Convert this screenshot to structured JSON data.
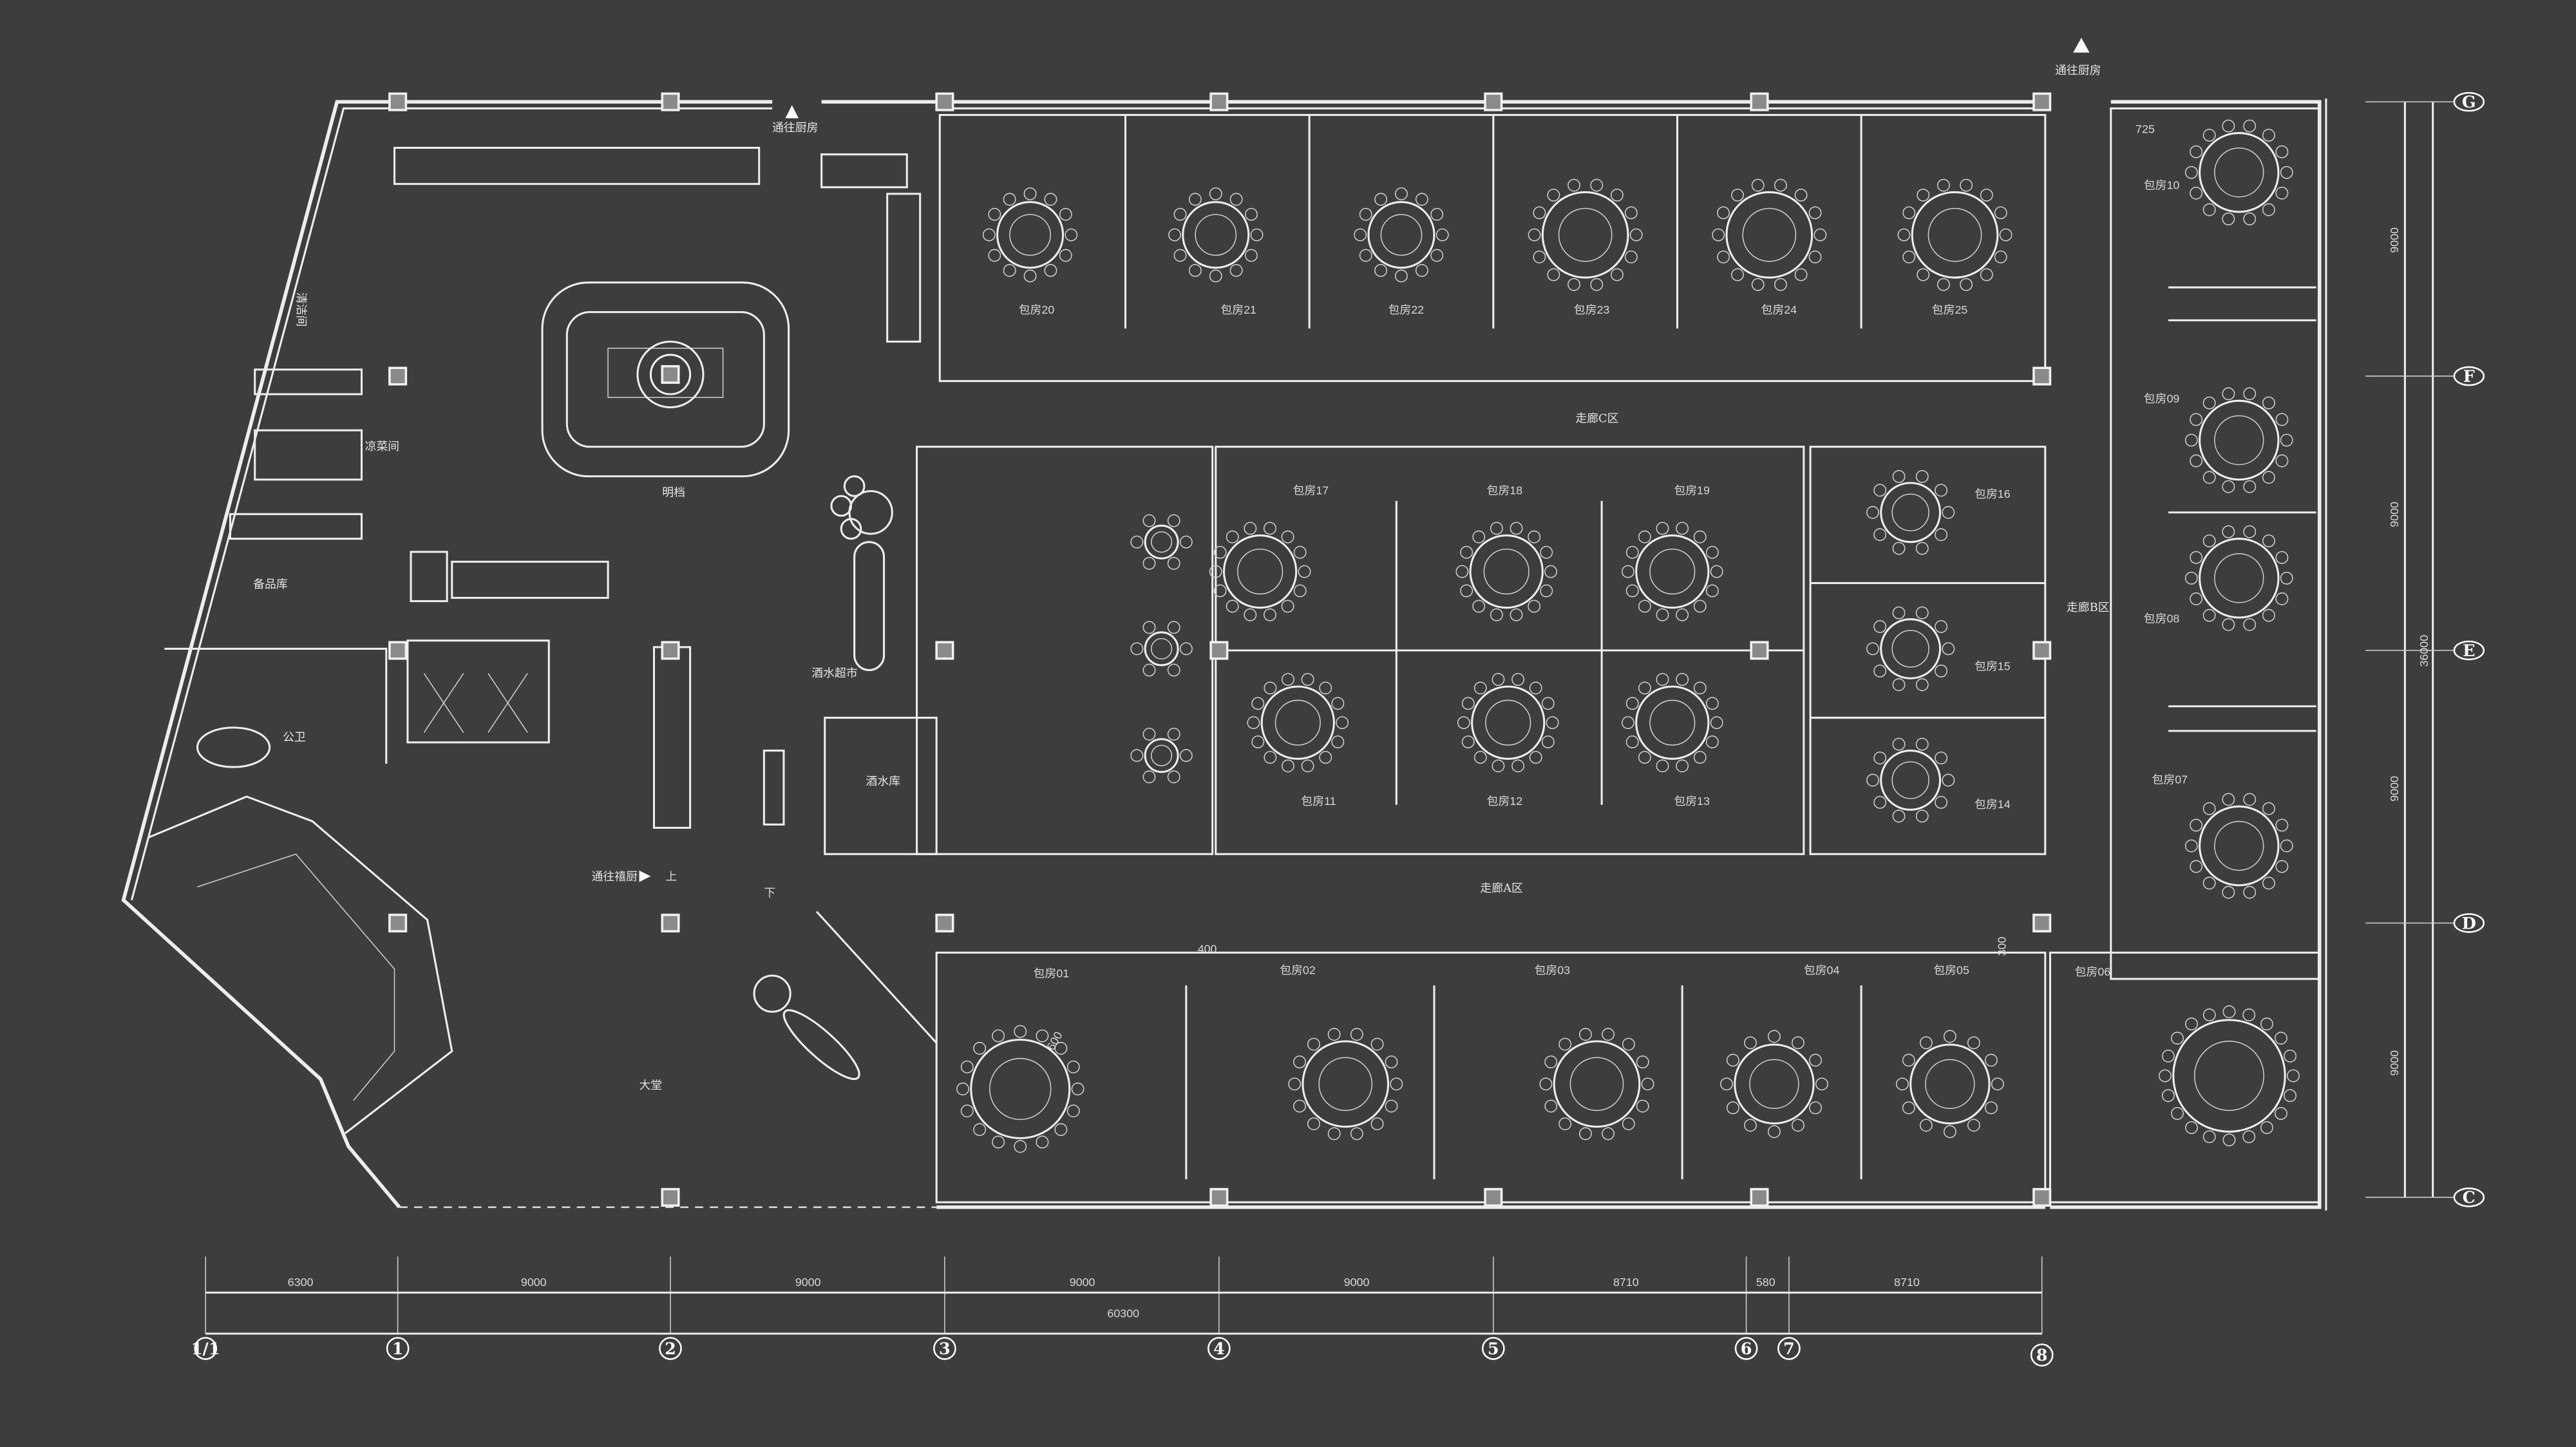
{
  "colors": {
    "background": "#3d3d3d",
    "line": "#ededed",
    "column": "#8a8a8a"
  },
  "areas": {
    "to_kitchen_top": "通往厨房",
    "to_kitchen_right": "通往厨房",
    "cleaning_room": "清洁间",
    "cold_dish_room": "凉菜间",
    "open_kitchen": "明档",
    "storage": "备品库",
    "public_restroom": "公卫",
    "wine_market": "酒水超市",
    "wine_storage": "酒水库",
    "to_xi_kitchen": "通往禧厨",
    "lobby": "大堂",
    "corridor_a": "走廊A区",
    "corridor_b": "走廊B区",
    "corridor_c": "走廊C区",
    "stairs_up": "上",
    "stairs_down": "下"
  },
  "rooms": {
    "r01": "包房01",
    "r02": "包房02",
    "r03": "包房03",
    "r04": "包房04",
    "r05": "包房05",
    "r06": "包房06",
    "r07": "包房07",
    "r08": "包房08",
    "r09": "包房09",
    "r10": "包房10",
    "r11": "包房11",
    "r12": "包房12",
    "r13": "包房13",
    "r14": "包房14",
    "r15": "包房15",
    "r16": "包房16",
    "r17": "包房17",
    "r18": "包房18",
    "r19": "包房19",
    "r20": "包房20",
    "r21": "包房21",
    "r22": "包房22",
    "r23": "包房23",
    "r24": "包房24",
    "r25": "包房25"
  },
  "local_dims": {
    "d725": "725",
    "d300": "300",
    "d400": "400",
    "d600": "600"
  },
  "dimensions": {
    "horizontal": [
      "6300",
      "9000",
      "9000",
      "9000",
      "9000",
      "8710",
      "580",
      "8710"
    ],
    "horizontal_total": "60300",
    "vertical": [
      "9000",
      "9000",
      "9000",
      "9000"
    ],
    "vertical_total": "36000"
  },
  "axes": {
    "columns": [
      "1/1",
      "1",
      "2",
      "3",
      "4",
      "5",
      "6",
      "7",
      "8"
    ],
    "rows": [
      "G",
      "F",
      "E",
      "D",
      "C"
    ]
  }
}
